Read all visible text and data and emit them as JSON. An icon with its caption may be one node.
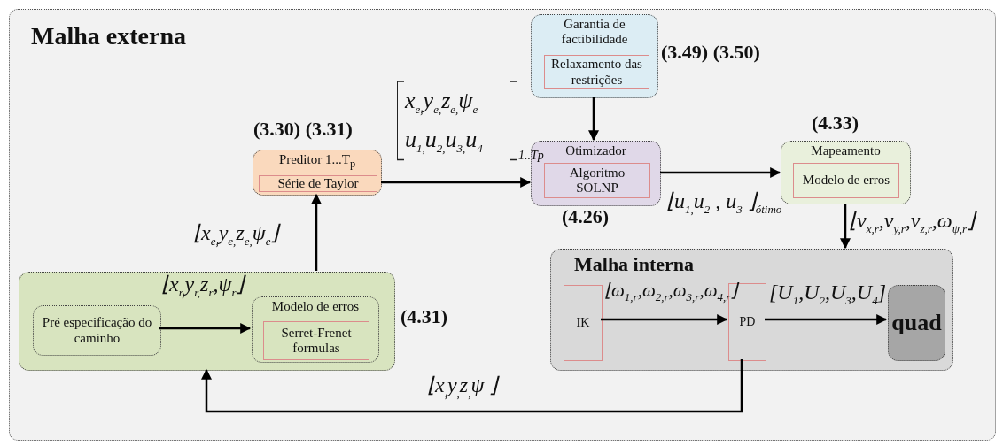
{
  "diagram": {
    "nodes": [
      {
        "text": [
          "Malha externa"
        ]
      },
      {
        "text": [
          "Garantia de factibilidade"
        ],
        "in": 0,
        "beside": [
          "(3.49) (3.50)"
        ]
      },
      {
        "text": [
          "Relaxamento das restrições"
        ],
        "in": 1
      },
      {
        "text": [
          "Preditor 1...T$_{p}$"
        ],
        "in": 0,
        "beside": [
          "(3.30) (3.31)"
        ]
      },
      {
        "text": [
          "Série de Taylor"
        ],
        "in": 3
      },
      {
        "text": [
          "Otimizador"
        ],
        "in": 0,
        "beside": [
          "(4.26)"
        ]
      },
      {
        "text": [
          "Algoritmo SOLNP"
        ],
        "in": 5
      },
      {
        "text": [
          "Mapeamento"
        ],
        "in": 0,
        "beside": [
          "(4.33)"
        ]
      },
      {
        "text": [
          "Modelo de erros"
        ],
        "in": 7
      },
      {
        "text": [],
        "shape": "box",
        "in": 0,
        "beside": [
          "(4.31)"
        ]
      },
      {
        "text": [
          "Pré especificação do caminho"
        ],
        "in": 9
      },
      {
        "text": [
          "Modelo de erros"
        ],
        "in": 9
      },
      {
        "text": [
          "Serret-Frenet formulas"
        ],
        "in": 11
      },
      {
        "text": [
          "Malha interna"
        ],
        "in": 0
      },
      {
        "text": [
          "IK"
        ],
        "in": 13
      },
      {
        "text": [
          "PD"
        ],
        "in": 13
      },
      {
        "text": [
          "quad"
        ],
        "in": 13
      }
    ],
    "edges": [
      {
        "from": 3,
        "to": 5,
        "arrow": "to",
        "label": "x$_{e,}$y$_{e,}$z$_{e,}$ψ$_{e}$ u$_{1,}$u$_{2,}$u$_{3,}$u$_{4}$"
      },
      {
        "from": 1,
        "to": 5,
        "arrow": "to"
      },
      {
        "from": 5,
        "to": 7,
        "arrow": "to",
        "label": "⌊u$_{1,}$u$_{2}$ , u$_{3}$ ⌋$_{ótimo}$"
      },
      {
        "from": 7,
        "to": 13,
        "arrow": "to",
        "label": "⌊v$_{x,r}$,v$_{y,r}$,v$_{z,r}$,ω$_{ψ,r}$⌋"
      },
      {
        "from": 9,
        "to": 3,
        "arrow": "to",
        "label": "⌊x$_{e,}$y$_{e,}$z$_{e,}$ψ$_{e}$⌋"
      },
      {
        "from": 10,
        "to": 11,
        "arrow": "to",
        "label": "⌊x$_{r,}$y$_{r,}$z$_{r}$,ψ$_{r}$⌋"
      },
      {
        "from": 14,
        "to": 15,
        "arrow": "to",
        "label": "⌊ω$_{1,r}$,ω$_{2,r}$,ω$_{3,r}$,ω$_{4,r}$⌋"
      },
      {
        "from": 15,
        "to": 16,
        "arrow": "to",
        "label": "[U$_{1}$,U$_{2}$,U$_{3}$,U$_{4}$]"
      },
      {
        "from": 15,
        "to": 9,
        "arrow": "to",
        "label": "⌊x$_{,}$y$_{,}$z$_{,}$ψ ⌋"
      }
    ],
    "labels": [
      "1..Tp"
    ]
  }
}
